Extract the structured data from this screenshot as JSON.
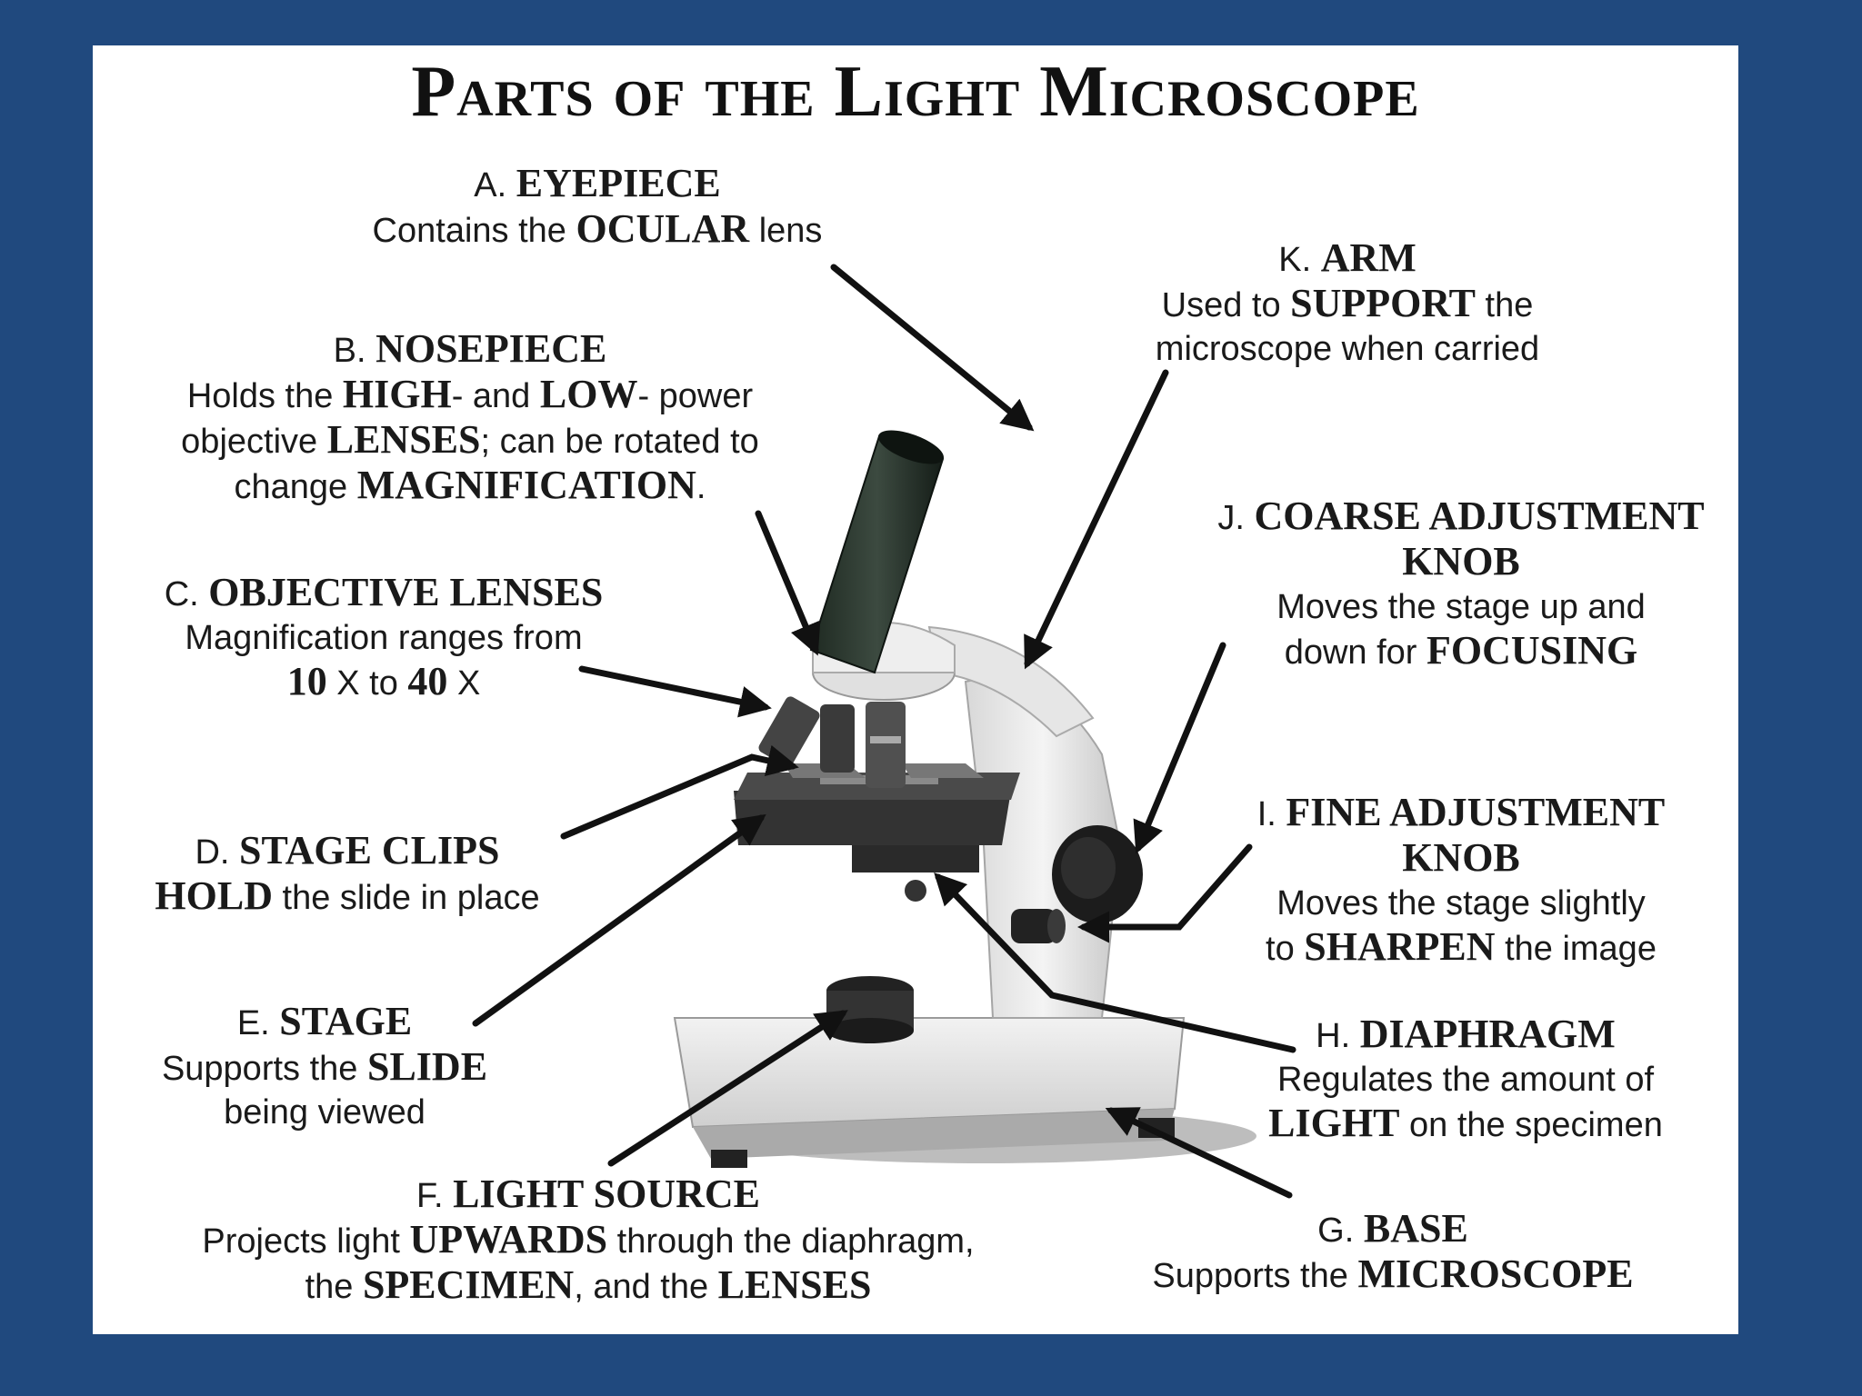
{
  "title": "Parts of the Light Microscope",
  "labels": {
    "A": {
      "letter": "A.",
      "name": "EYEPIECE",
      "d1a": "Contains the ",
      "d1b": "OCULAR",
      "d1c": " lens"
    },
    "B": {
      "letter": "B.",
      "name": "NOSEPIECE",
      "d1a": "Holds the ",
      "d1b": "HIGH",
      "d1c": "- and ",
      "d1d": "LOW",
      "d1e": "- power",
      "d2a": "objective ",
      "d2b": "LENSES",
      "d2c": ";  can be rotated to",
      "d3a": "change ",
      "d3b": "MAGNIFICATION",
      "d3c": "."
    },
    "C": {
      "letter": "C.",
      "name": "OBJECTIVE LENSES",
      "d1": "Magnification ranges from",
      "d2a": "10",
      "d2b": " X to ",
      "d2c": "40",
      "d2d": " X"
    },
    "D": {
      "letter": "D.",
      "name": "STAGE CLIPS",
      "d1a": "HOLD",
      "d1b": " the slide in place"
    },
    "E": {
      "letter": "E.",
      "name": "STAGE",
      "d1a": "Supports the ",
      "d1b": "SLIDE",
      "d2": "being viewed"
    },
    "F": {
      "letter": "F.",
      "name": "LIGHT SOURCE",
      "d1a": "Projects light ",
      "d1b": "UPWARDS",
      "d1c": " through the diaphragm,",
      "d2a": "the ",
      "d2b": "SPECIMEN",
      "d2c": ", and the ",
      "d2d": "LENSES"
    },
    "G": {
      "letter": "G.",
      "name": "BASE",
      "d1a": "Supports the ",
      "d1b": "MICROSCOPE"
    },
    "H": {
      "letter": "H.",
      "name": "DIAPHRAGM",
      "d1": "Regulates the amount of",
      "d2a": "LIGHT",
      "d2b": " on the specimen"
    },
    "I": {
      "letter": "I.",
      "name": "FINE ADJUSTMENT",
      "name2": "KNOB",
      "d1": "Moves the stage slightly",
      "d2a": "to ",
      "d2b": "SHARPEN",
      "d2c": " the image"
    },
    "J": {
      "letter": "J.",
      "name": "COARSE ADJUSTMENT",
      "name2": "KNOB",
      "d1": "Moves the stage up and",
      "d2a": "down for ",
      "d2b": "FOCUSING"
    },
    "K": {
      "letter": "K.",
      "name": "ARM",
      "d1a": "Used to ",
      "d1b": "SUPPORT",
      "d1c": " the",
      "d2": "microscope when carried"
    }
  },
  "colors": {
    "background": "#20497e",
    "panel": "#ffffff",
    "text": "#1a1a1a",
    "arrow": "#111111"
  }
}
